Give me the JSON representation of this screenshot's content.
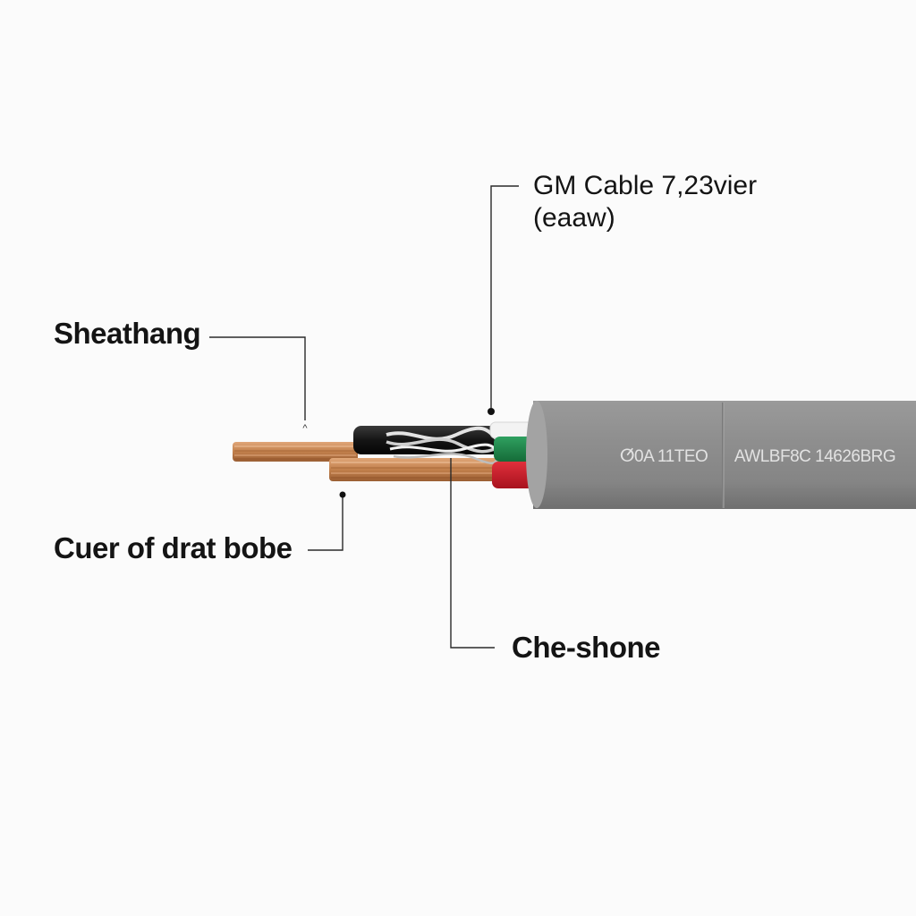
{
  "labels": {
    "title_line1": "GM Cable 7,23vier",
    "title_line2": "(eaaw)",
    "sheath": "Sheathang",
    "conductor": "Cuer of drat bobe",
    "shield": "Che-shone"
  },
  "jacket_print": {
    "left": "ⵚ0A 11TEO",
    "right": "AWLBF8C 14626BRG"
  },
  "colors": {
    "background": "#fbfbfb",
    "jacket": "#8c8c8c",
    "copper": "#c98a55",
    "wire_black": "#1a1a1a",
    "wire_white": "#f2f2f2",
    "wire_green": "#1f8a4a",
    "wire_red": "#d0202e",
    "leader_line": "#2a2a2a"
  }
}
